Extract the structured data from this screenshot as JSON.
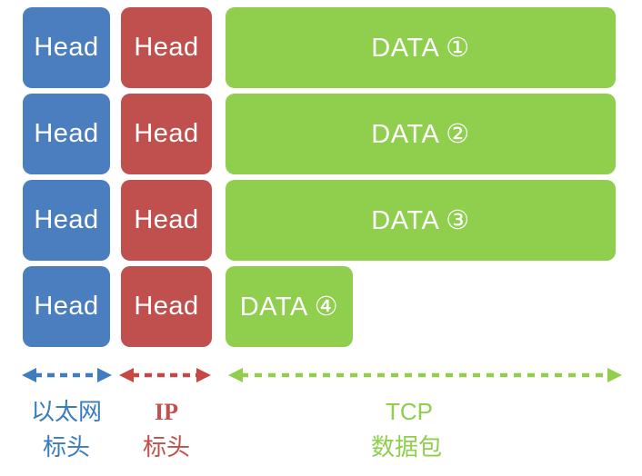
{
  "palette": {
    "ethernet_blue": "#4B7EBE",
    "ip_red": "#C0504D",
    "tcp_green": "#90CE4E",
    "box_text": "#ffffff",
    "background": "#ffffff"
  },
  "rows": [
    {
      "eth_head": "Head",
      "ip_head": "Head",
      "data": "DATA ①"
    },
    {
      "eth_head": "Head",
      "ip_head": "Head",
      "data": "DATA ②"
    },
    {
      "eth_head": "Head",
      "ip_head": "Head",
      "data": "DATA ③"
    },
    {
      "eth_head": "Head",
      "ip_head": "Head",
      "data": "DATA ④"
    }
  ],
  "legend": {
    "ethernet": {
      "icon": "double-headed-dashed-arrow-icon",
      "line1": "以太网",
      "line2": "标头"
    },
    "ip": {
      "icon": "double-headed-dashed-arrow-icon",
      "line1": "IP",
      "line2": "标头"
    },
    "tcp": {
      "icon": "double-headed-dashed-arrow-icon",
      "line1": "TCP",
      "line2": "数据包"
    }
  }
}
